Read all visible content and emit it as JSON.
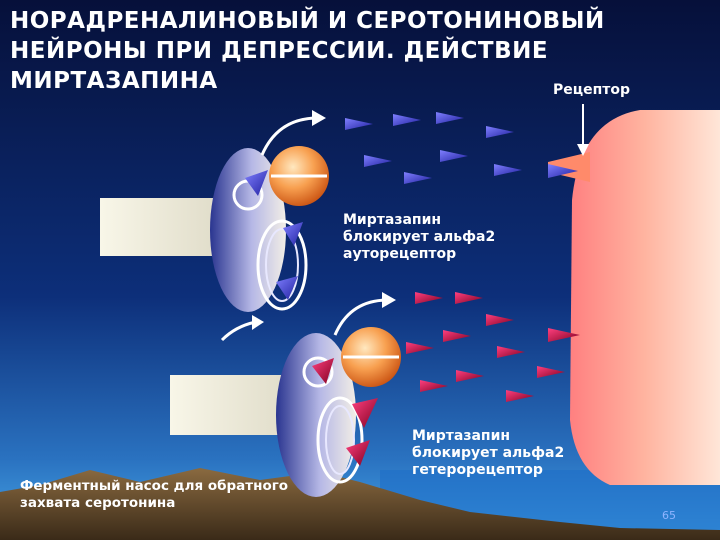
{
  "slide": {
    "title_lines": [
      "НОРАДРЕНАЛИНОВЫЙ И СЕРОТОНИНОВЫЙ",
      "НЕЙРОНЫ ПРИ ДЕПРЕССИИ. ДЕЙСТВИЕ",
      "МИРТАЗАПИНА"
    ],
    "labels": {
      "receptor": "Рецептор",
      "alpha2_auto": [
        "Миртазапин",
        "блокирует альфа2",
        "ауторецептор"
      ],
      "alpha2_hetero": [
        "Миртазапин",
        "блокирует альфа2",
        "гетерорецептор"
      ],
      "reuptake_pump": [
        "Ферментный насос для обратного",
        "захвата серотонина"
      ]
    },
    "page_number": "65"
  },
  "colors": {
    "background_top": "#0a1850",
    "background_bottom": "#3c8ed6",
    "norepinephrine_triangles": "#4a4ac8",
    "serotonin_triangles": "#c01048",
    "postsynaptic_cell": "#f07070",
    "mirtazapine_ball": "#f08030",
    "text": "#ffffff"
  }
}
